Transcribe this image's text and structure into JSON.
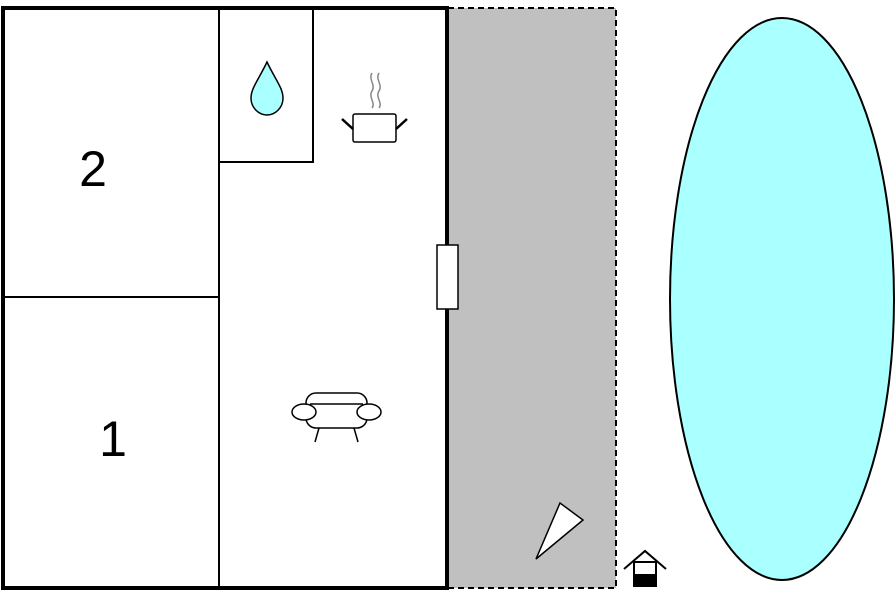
{
  "rooms": {
    "bedroom_upper": {
      "label": "2"
    },
    "bedroom_lower": {
      "label": "1"
    },
    "bathroom": {
      "icon": "water-drop-icon"
    },
    "living_kitchen": {
      "icons": [
        "cooking-pot-icon",
        "sofa-icon"
      ]
    }
  },
  "exterior": {
    "terrace": {
      "icon": "sun-umbrella-icon"
    },
    "pool": {
      "icon": "pool"
    },
    "outbuilding": {
      "icon": "small-house-icon"
    }
  },
  "colors": {
    "wall": "#000000",
    "terrace_fill": "#c0c0c0",
    "water": "#aaffff",
    "steam": "#888888",
    "background": "#ffffff"
  }
}
